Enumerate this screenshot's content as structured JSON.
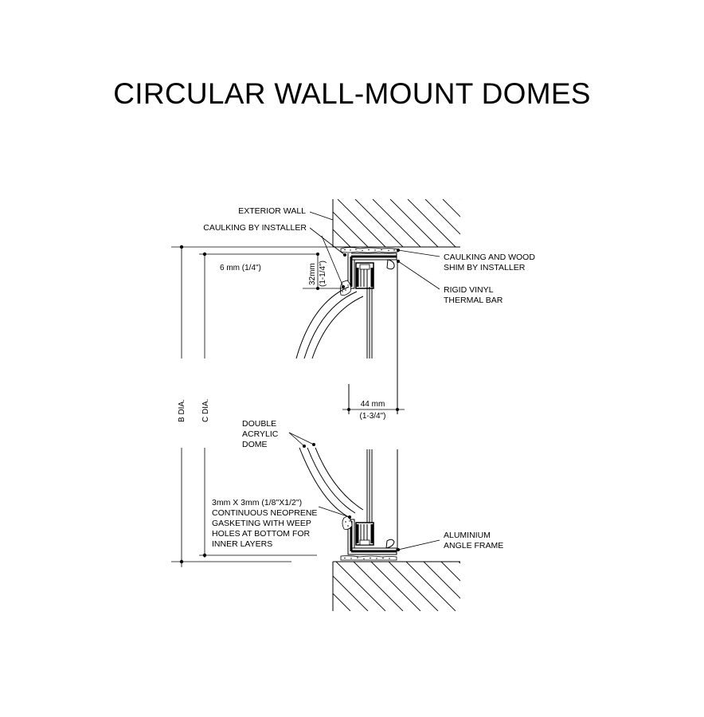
{
  "title": "CIRCULAR WALL-MOUNT DOMES",
  "labels": {
    "exterior_wall": "EXTERIOR WALL",
    "caulking_installer": "CAULKING BY INSTALLER",
    "caulking_wood_1": "CAULKING AND WOOD",
    "caulking_wood_2": "SHIM BY INSTALLER",
    "rigid_vinyl_1": "RIGID VINYL",
    "rigid_vinyl_2": "THERMAL BAR",
    "double_1": "DOUBLE",
    "double_2": "ACRYLIC",
    "double_3": "DOME",
    "gasket_1": "3mm X 3mm (1/8\"X1/2\")",
    "gasket_2": "CONTINUOUS NEOPRENE",
    "gasket_3": "GASKETING WITH WEEP",
    "gasket_4": "HOLES AT BOTTOM FOR",
    "gasket_5": "INNER LAYERS",
    "aluminium_1": "ALUMINIUM",
    "aluminium_2": "ANGLE FRAME"
  },
  "dimensions": {
    "six_mm": "6 mm (1/4\")",
    "thirty_two_mm": "32mm",
    "thirty_two_in": "(1-1/4\")",
    "forty_four_mm": "44 mm",
    "forty_four_in": "(1-3/4\")",
    "b_dia": "B DIA.",
    "c_dia": "C DIA."
  }
}
